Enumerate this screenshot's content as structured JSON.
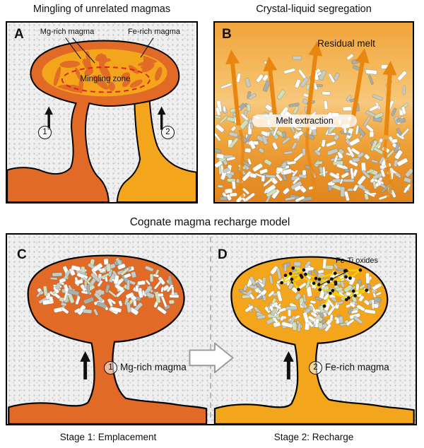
{
  "figure": {
    "top_left_title": "Mingling of unrelated magmas",
    "top_right_title": "Crystal-liquid segregation",
    "bottom_title": "Cognate magma recharge model"
  },
  "panel_a": {
    "letter": "A",
    "mg_label": "Mg-rich magma",
    "fe_label": "Fe-rich magma",
    "mingling_zone_label": "Mingling zone",
    "conduit_1": "1",
    "conduit_2": "2"
  },
  "panel_b": {
    "letter": "B",
    "residual_melt_label": "Residual melt",
    "melt_extraction_label": "Melt extraction"
  },
  "panel_c": {
    "letter": "C",
    "stage_number": "1",
    "magma_label": "Mg-rich magma",
    "caption": "Stage 1: Emplacement"
  },
  "panel_d": {
    "letter": "D",
    "stage_number": "2",
    "magma_label": "Fe-rich magma",
    "fe_ti_label": "Fe-Ti oxides",
    "caption": "Stage 2: Recharge"
  },
  "colors": {
    "mg_magma": "#e06a26",
    "fe_magma": "#f3a61c",
    "mingling_ring": "#e01f1f",
    "melt_arrow": "#e8860f",
    "oxide_yellow": "#f6d400",
    "crystal_white": "#ffffff",
    "crystal_gray": "#c6ccc6",
    "crystal_green": "#cfe0bb",
    "crystal_dark": "#a8aea8",
    "stipple_bg": "#efefef"
  }
}
